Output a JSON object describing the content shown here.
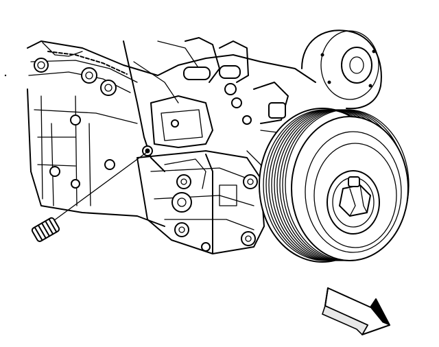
{
  "diagram": {
    "type": "line-art-illustration",
    "colors": {
      "ink": "#000000",
      "paper": "#ffffff"
    },
    "components": [
      {
        "id": "engine-block",
        "icon": "engine-block"
      },
      {
        "id": "accessory-pulley-top",
        "icon": "pulley"
      },
      {
        "id": "crankshaft-balancer",
        "icon": "ribbed-pulley"
      },
      {
        "id": "balancer-bolt",
        "icon": "hex-bolt"
      },
      {
        "id": "removed-plug",
        "icon": "threaded-plug"
      },
      {
        "id": "leader-line",
        "icon": "callout-line"
      },
      {
        "id": "front-direction-arrow",
        "icon": "direction-arrow"
      }
    ]
  }
}
